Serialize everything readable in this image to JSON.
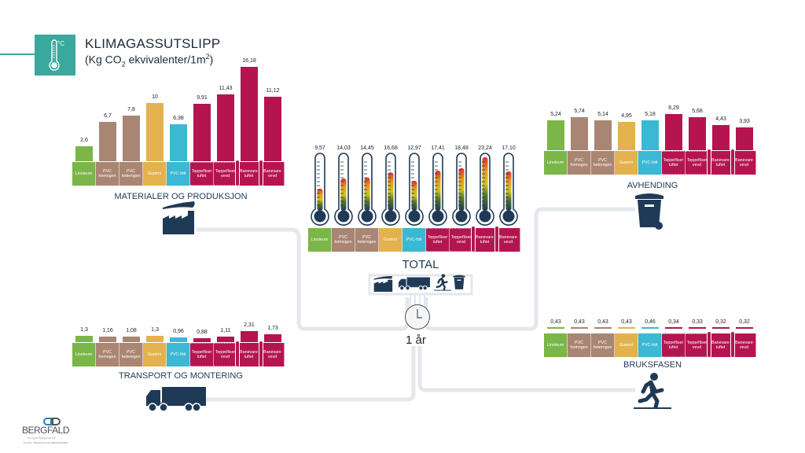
{
  "header": {
    "title": "KLIMAGASSUTSLIPP",
    "subtitle_prefix": "(Kg CO",
    "subtitle_sub": "2",
    "subtitle_mid": " ekvivalenter/1m",
    "subtitle_sup": "2",
    "subtitle_suffix": ")",
    "icon": "thermometer-celsius-icon",
    "accent_color": "#3aa89c"
  },
  "categories": [
    {
      "label_lines": [
        "Linoleum"
      ],
      "color": "#7ab648"
    },
    {
      "label_lines": [
        "PVC",
        "homogen"
      ],
      "color": "#a98673"
    },
    {
      "label_lines": [
        "PVC",
        "heterogen"
      ],
      "color": "#a98673"
    },
    {
      "label_lines": [
        "Gummi"
      ],
      "color": "#e3b24f"
    },
    {
      "label_lines": [
        "PVC-fritt"
      ],
      "color": "#3ab8d4"
    },
    {
      "label_lines": [
        "Teppefliser",
        "tuftet"
      ],
      "color": "#b5154f"
    },
    {
      "label_lines": [
        "Teppefliser",
        "vevd"
      ],
      "color": "#b5154f"
    },
    {
      "label_lines": [
        "Banevare",
        "tuftet"
      ],
      "color": "#b5154f"
    },
    {
      "label_lines": [
        "Banevare",
        "vevd"
      ],
      "color": "#b5154f"
    }
  ],
  "chart_data": [
    {
      "type": "bar",
      "title": "MATERIALER OG PRODUKSJON",
      "icon": "factory-icon",
      "categories": [
        "Linoleum",
        "PVC homogen",
        "PVC heterogen",
        "Gummi",
        "PVC-fritt",
        "Teppefliser tuftet",
        "Teppefliser vevd",
        "Banevare tuftet",
        "Banevare vevd"
      ],
      "values": [
        2.6,
        6.7,
        7.8,
        10,
        6.38,
        9.91,
        11.43,
        16.18,
        11.12
      ],
      "value_labels": [
        "2,6",
        "6,7",
        "7,8",
        "10",
        "6,38",
        "9,91",
        "11,43",
        "16,18",
        "11,12"
      ],
      "ylabel": "Kg CO2 ekvivalenter/1m2"
    },
    {
      "type": "bar",
      "title": "TOTAL",
      "style": "thermometer",
      "icons": [
        "factory-icon",
        "truck-icon",
        "running-person-icon",
        "waste-bin-icon"
      ],
      "categories": [
        "Linoleum",
        "PVC homogen",
        "PVC heterogen",
        "Gummi",
        "PVC-fritt",
        "Teppefliser tuftet",
        "Teppefliser vevd",
        "Banevare tuftet",
        "Banevare vevd"
      ],
      "values": [
        9.57,
        14.03,
        14.45,
        16.68,
        12.97,
        17.41,
        18.48,
        23.24,
        17.1
      ],
      "value_labels": [
        "9,57",
        "14,03",
        "14,45",
        "16,68",
        "12,97",
        "17,41",
        "18,48",
        "23,24",
        "17,10"
      ],
      "ylim": [
        0,
        23.24
      ]
    },
    {
      "type": "bar",
      "title": "AVHENDING",
      "icon": "waste-bin-icon",
      "categories": [
        "Linoleum",
        "PVC homogen",
        "PVC heterogen",
        "Gummi",
        "PVC-fritt",
        "Teppefliser tuftet",
        "Teppefliser vevd",
        "Banevare tuftet",
        "Banevare vevd"
      ],
      "values": [
        5.24,
        5.74,
        5.14,
        4.95,
        5.18,
        6.29,
        5.68,
        4.43,
        3.93
      ],
      "value_labels": [
        "5,24",
        "5,74",
        "5,14",
        "4,95",
        "5,18",
        "6,29",
        "5,68",
        "4,43",
        "3,93"
      ]
    },
    {
      "type": "bar",
      "title": "TRANSPORT OG MONTERING",
      "icon": "truck-icon",
      "categories": [
        "Linoleum",
        "PVC homogen",
        "PVC heterogen",
        "Gummi",
        "PVC-fritt",
        "Teppefliser tuftet",
        "Teppefliser vevd",
        "Banevare tuftet",
        "Banevare vevd"
      ],
      "values": [
        1.3,
        1.16,
        1.08,
        1.3,
        0.96,
        0.88,
        1.11,
        2.31,
        1.73
      ],
      "value_labels": [
        "1,3",
        "1,16",
        "1,08",
        "1,3",
        "0,96",
        "0,88",
        "1,11",
        "2,31",
        "1,73"
      ]
    },
    {
      "type": "bar",
      "title": "BRUKSFASEN",
      "icon": "running-person-icon",
      "categories": [
        "Linoleum",
        "PVC homogen",
        "PVC heterogen",
        "Gummi",
        "PVC-fritt",
        "Teppefliser tuftet",
        "Teppefliser vevd",
        "Banevare tuftet",
        "Banevare vevd"
      ],
      "values": [
        0.43,
        0.43,
        0.43,
        0.43,
        0.46,
        0.34,
        0.33,
        0.32,
        0.32
      ],
      "value_labels": [
        "0,43",
        "0,43",
        "0,43",
        "0,43",
        "0,46",
        "0,34",
        "0,33",
        "0,32",
        "0,32"
      ]
    }
  ],
  "timeline": {
    "label": "1 år",
    "icon": "clock-icon"
  },
  "logo": {
    "name": "BERGFALD",
    "tagline": "miljørådgivere",
    "small_print": "FLOOR - BERGFALD MILJØRÅDGIVERE"
  },
  "colors": {
    "dark_navy": "#1f3a56",
    "connector_grey": "#e3e6ea"
  }
}
